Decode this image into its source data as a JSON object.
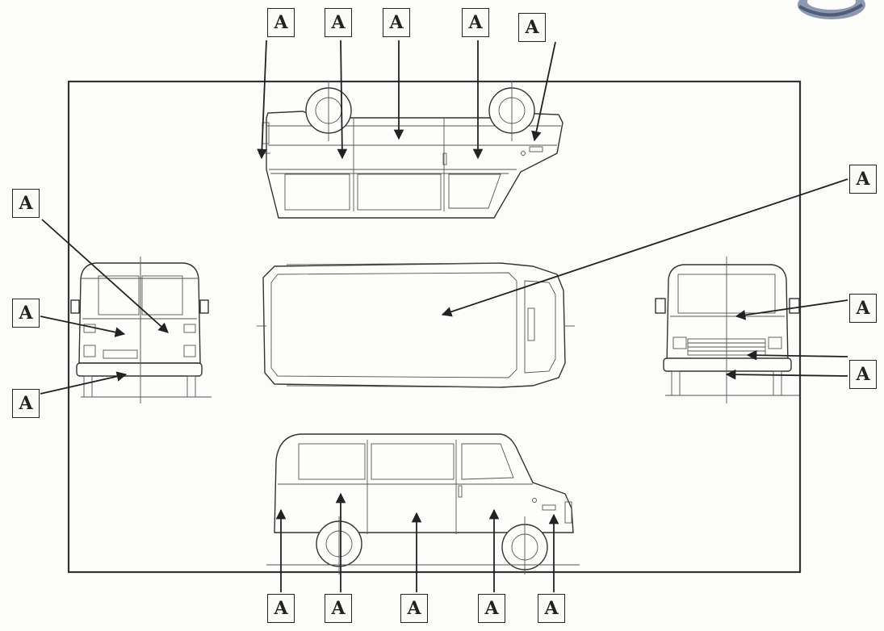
{
  "marker_text": "A",
  "colors": {
    "ink": "#222222",
    "paper": "#fcfcfa",
    "logo": "#6f7d95"
  },
  "labels": [
    {
      "id": "top-1"
    },
    {
      "id": "top-2"
    },
    {
      "id": "top-3"
    },
    {
      "id": "top-4"
    },
    {
      "id": "top-5"
    },
    {
      "id": "left-1"
    },
    {
      "id": "left-2"
    },
    {
      "id": "left-3"
    },
    {
      "id": "right-1"
    },
    {
      "id": "right-2"
    },
    {
      "id": "right-3"
    },
    {
      "id": "bottom-1"
    },
    {
      "id": "bottom-2"
    },
    {
      "id": "bottom-3"
    },
    {
      "id": "bottom-4"
    },
    {
      "id": "bottom-5"
    }
  ]
}
